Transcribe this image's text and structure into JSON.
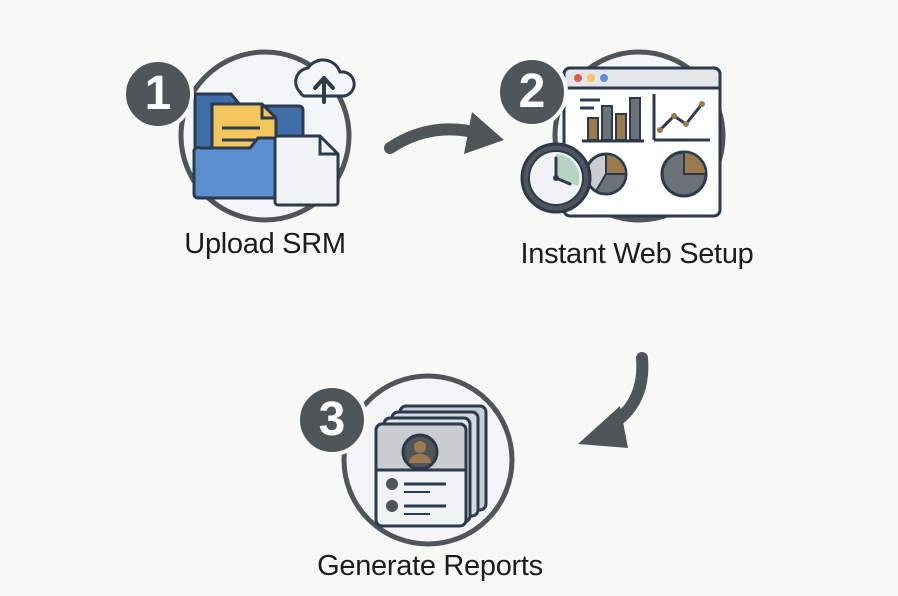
{
  "steps": [
    {
      "number": "1",
      "label": "Upload SRM",
      "icon": "folder-upload-icon"
    },
    {
      "number": "2",
      "label": "Instant Web Setup",
      "icon": "dashboard-clock-icon"
    },
    {
      "number": "3",
      "label": "Generate Reports",
      "icon": "profile-reports-icon"
    }
  ],
  "colors": {
    "ring": "#4f5559",
    "ring_fill": "#f4f5f6",
    "accent_blue": "#4a7bb7",
    "accent_yellow": "#f2c65c",
    "accent_brown": "#9b7b4e",
    "text": "#1c1c1c"
  }
}
